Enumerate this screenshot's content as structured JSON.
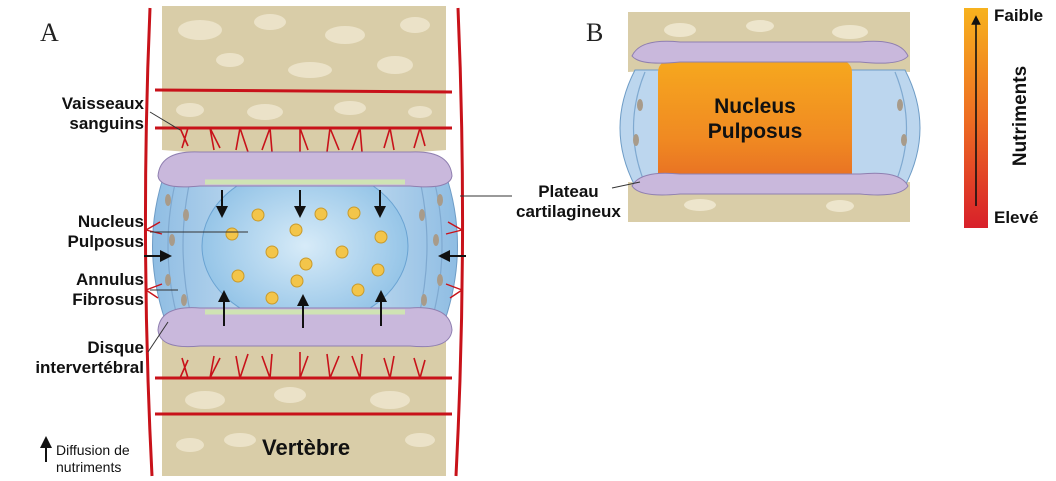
{
  "panels": {
    "a": "A",
    "b": "B"
  },
  "labels": {
    "vessels_l1": "Vaisseaux",
    "vessels_l2": "sanguins",
    "nucleus_l1": "Nucleus",
    "nucleus_l2": "Pulposus",
    "annulus_l1": "Annulus",
    "annulus_l2": "Fibrosus",
    "disc_l1": "Disque",
    "disc_l2": "intervertébral",
    "vertebra": "Vertèbre",
    "diffusion_l1": "Diffusion de",
    "diffusion_l2": "nutriments",
    "endplate_l1": "Plateau",
    "endplate_l2": "cartilagineux",
    "b_nucleus_l1": "Nucleus",
    "b_nucleus_l2": "Pulposus"
  },
  "legend": {
    "top": "Faible",
    "bottom": "Elevé",
    "title": "Nutriments",
    "gradient_colors": [
      "#f7b21e",
      "#ee6e22",
      "#d8202a"
    ]
  },
  "colors": {
    "bone": "#d9cda8",
    "vessel": "#c8121a",
    "nucleus": "#a9d1ec",
    "annulus": "#bcd6ee",
    "endplate": "#c9b8dc",
    "nutrient": "#f3c54a"
  }
}
